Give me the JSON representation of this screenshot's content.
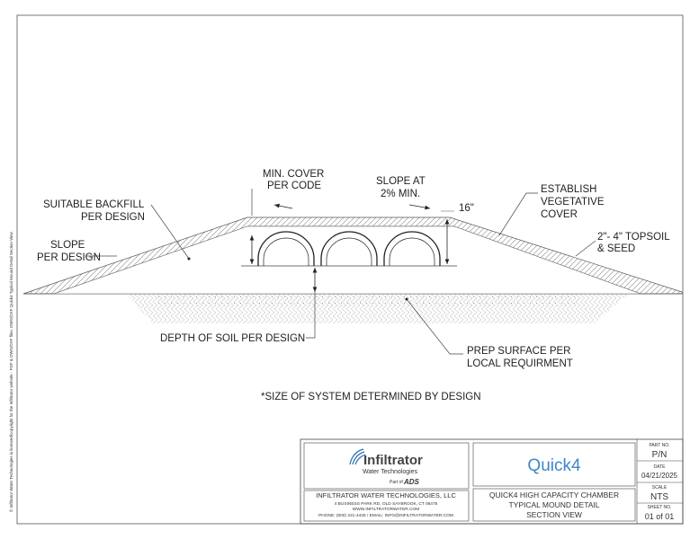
{
  "drawing": {
    "labels": {
      "min_cover_1": "MIN. COVER",
      "min_cover_2": "PER CODE",
      "slope_at_1": "SLOPE AT",
      "slope_at_2": "2% MIN.",
      "suitable_backfill_1": "SUITABLE BACKFILL",
      "suitable_backfill_2": "PER DESIGN",
      "slope_1": "SLOPE",
      "slope_2": "PER DESIGN",
      "establish_1": "ESTABLISH",
      "establish_2": "VEGETATIVE",
      "establish_3": "COVER",
      "topsoil_1": "2\"- 4\" TOPSOIL",
      "topsoil_2": "& SEED",
      "dimension_16": "16\"",
      "depth_of_soil": "DEPTH OF SOIL PER DESIGN",
      "prep_surface_1": "PREP SURFACE PER",
      "prep_surface_2": "LOCAL REQUIRMENT",
      "size_note": "*SIZE OF SYSTEM DETERMINED BY DESIGN"
    },
    "side_note": "© Infiltrator Water Technologies is licensed/copyright for the Infiltrator website - PDF & DWG/DXF files. DWG/DXF Quick4 Typical Mound Detail Section View"
  },
  "title_block": {
    "logo_name": "Infiltrator",
    "logo_sub": "Water Technologies",
    "part_of": "Part of",
    "ads": "ADS",
    "company": "INFILTRATOR WATER TECHNOLOGIES, LLC",
    "address": "4 BUSINESS PARK RD, OLD SAYBROOK, CT 06475",
    "website": "WWW.INFILTRATORWATER.COM",
    "contact": "PHONE: (800) 221-4436 / EMAIL: INFO@INFILTRATORWATER.COM",
    "product": "Quick4",
    "desc_1": "QUICK4 HIGH CAPACITY CHAMBER",
    "desc_2": "TYPICAL MOUND DETAIL",
    "desc_3": "SECTION VIEW",
    "part_no_label": "PART NO.",
    "part_no": "P/N",
    "date_label": "DATE",
    "date": "04/21/2025",
    "scale_label": "SCALE",
    "scale": "NTS",
    "sheet_label": "SHEET NO.",
    "sheet": "01 of 01"
  },
  "colors": {
    "line": "#333333",
    "logo_blue": "#2a6db5",
    "quick4_blue": "#3f86c9"
  }
}
